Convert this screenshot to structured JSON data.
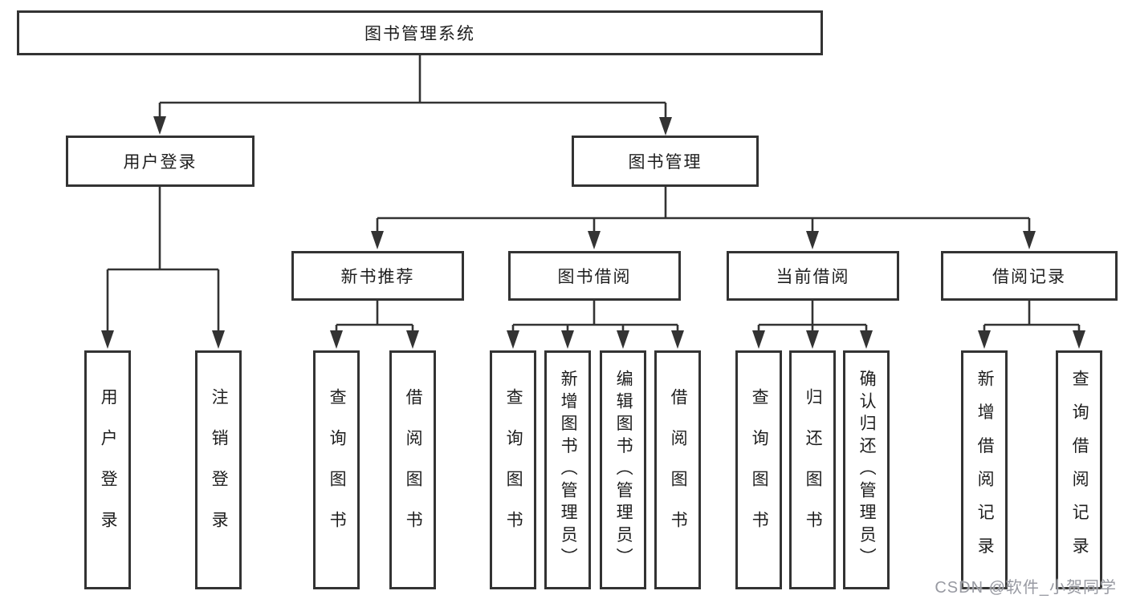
{
  "tree": {
    "root": {
      "label": "图书管理系统"
    },
    "branches": [
      {
        "label": "用户登录",
        "children": [
          {
            "label": "用户登录"
          },
          {
            "label": "注销登录"
          }
        ]
      },
      {
        "label": "图书管理",
        "children": [
          {
            "label": "新书推荐",
            "children": [
              {
                "label": "查询图书"
              },
              {
                "label": "借阅图书"
              }
            ]
          },
          {
            "label": "图书借阅",
            "children": [
              {
                "label": "查询图书"
              },
              {
                "label": "新增图书（管理员）"
              },
              {
                "label": "编辑图书（管理员）"
              },
              {
                "label": "借阅图书"
              }
            ]
          },
          {
            "label": "当前借阅",
            "children": [
              {
                "label": "查询图书"
              },
              {
                "label": "归还图书"
              },
              {
                "label": "确认归还（管理员）"
              }
            ]
          },
          {
            "label": "借阅记录",
            "children": [
              {
                "label": "新增借阅记录"
              },
              {
                "label": "查询借阅记录"
              }
            ]
          }
        ]
      }
    ]
  },
  "watermark": {
    "text": "CSDN @软件_小贺同学"
  },
  "colors": {
    "line": "#333333",
    "box_border": "#333333",
    "box_fill": "#ffffff",
    "text": "#1e1e1e",
    "watermark": "#989aa2",
    "background": "#ffffff"
  }
}
